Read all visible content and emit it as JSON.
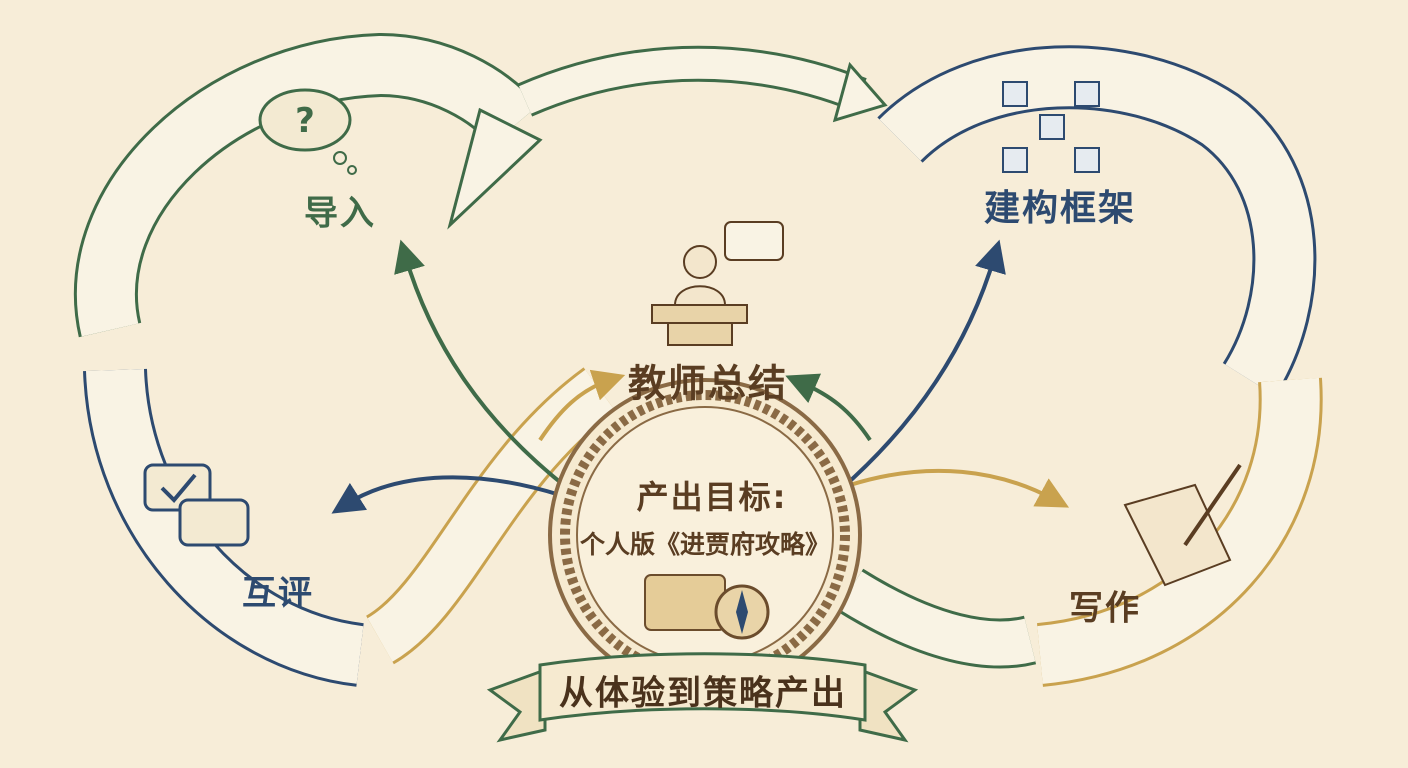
{
  "stages": {
    "intro": "导入",
    "framework": "建构框架",
    "teacher_summary": "教师总结",
    "peer_review": "互评",
    "writing": "写作"
  },
  "center": {
    "title": "产出目标:",
    "subtitle": "个人版《进贾府攻略》"
  },
  "banner": "从体验到策略产出",
  "colors": {
    "green": "#3f6b48",
    "blue": "#2d4a70",
    "gold": "#c9a24e",
    "brown": "#5a3d22",
    "background": "#f7edd8"
  }
}
